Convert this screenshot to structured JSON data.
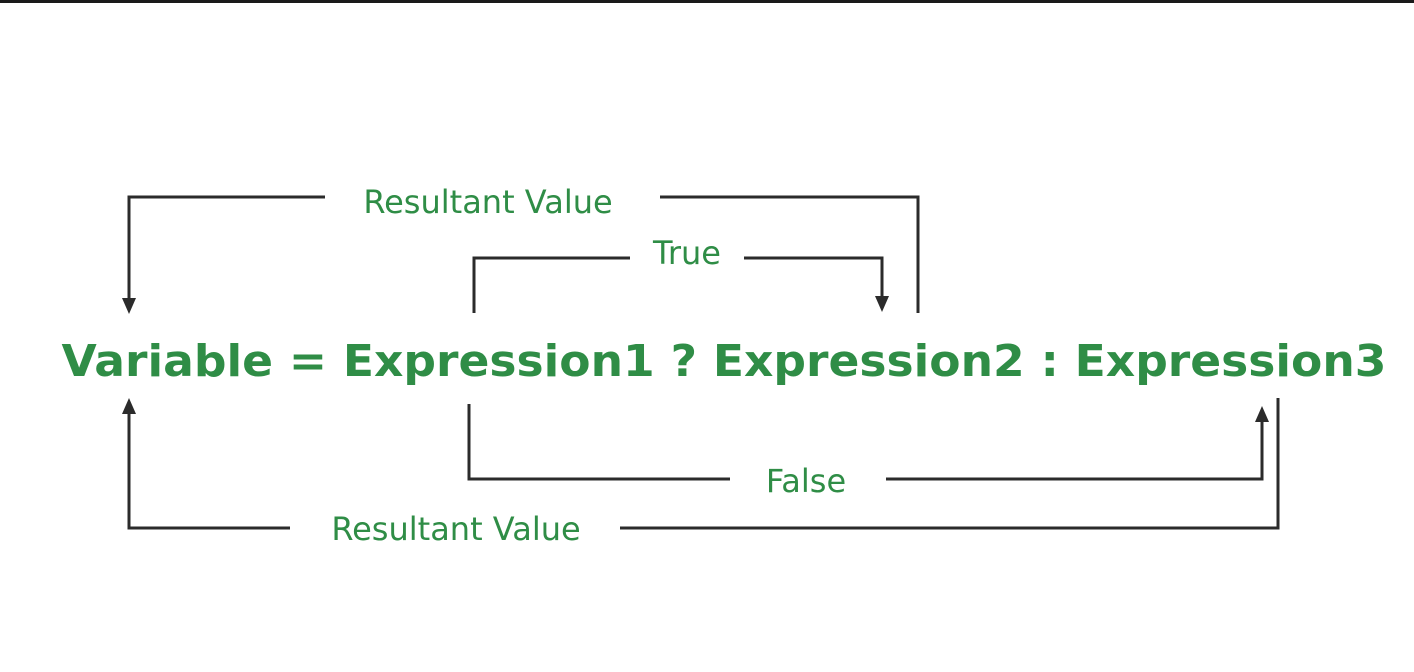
{
  "expression": "Variable = Expression1 ? Expression2 : Expression3",
  "labels": {
    "top_result": "Resultant Value",
    "true_branch": "True",
    "false_branch": "False",
    "bottom_result": "Resultant Value"
  },
  "colors": {
    "text_green": "#2f8d46",
    "line": "#2b2b2b",
    "background": "#ffffff"
  }
}
